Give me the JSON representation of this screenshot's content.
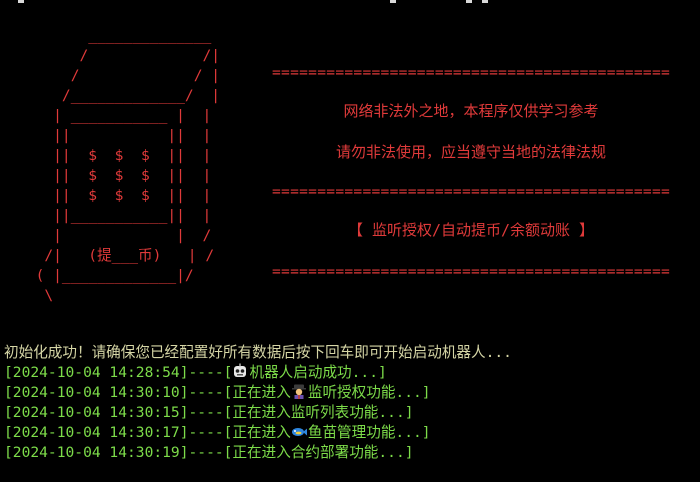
{
  "ascii_art": [
    "        ______________",
    "       /             /|",
    "      /             / |",
    "     /_____________/  |",
    "    | ___________ |  |",
    "    ||           ||  |",
    "    ||  $  $  $  ||  |",
    "    ||  $  $  $  ||  |",
    "    ||  $  $  $  ||  |",
    "    ||___________||  |",
    "    |             |  /",
    "   /|   (提___币)   | /",
    "  ( |_____________|/",
    "   \\"
  ],
  "banner": {
    "separator": "================================================================",
    "notice_1": "网络非法外之地，本程序仅供学习参考",
    "notice_2": "请勿非法使用，应当遵守当地的法律法规",
    "features": "【 监听授权/自动提币/余额动账 】"
  },
  "status_line": "初始化成功！请确保您已经配置好所有数据后按下回车即可开始启动机器人...",
  "log_entries": [
    {
      "time": "[2024-10-04 14:28:54]",
      "sep": "----",
      "open": "[",
      "icon": "robot-icon",
      "text": "机器人启动成功...]"
    },
    {
      "time": "[2024-10-04 14:30:10]",
      "sep": "----",
      "open": "[正在进入",
      "icon": "spy-icon",
      "text": "监听授权功能...]"
    },
    {
      "time": "[2024-10-04 14:30:15]",
      "sep": "----",
      "open": "[正在进入监听列表功能...]",
      "icon": "",
      "text": ""
    },
    {
      "time": "[2024-10-04 14:30:17]",
      "sep": "----",
      "open": "[正在进入",
      "icon": "fish-icon",
      "text": "鱼苗管理功能...]"
    },
    {
      "time": "[2024-10-04 14:30:19]",
      "sep": "----",
      "open": "[正在进入合约部署功能...]",
      "icon": "",
      "text": ""
    }
  ],
  "colors": {
    "background": "#000000",
    "banner_red": "#e03a3a",
    "status_text": "#d6d6a6",
    "log_green": "#7ddc4a"
  }
}
